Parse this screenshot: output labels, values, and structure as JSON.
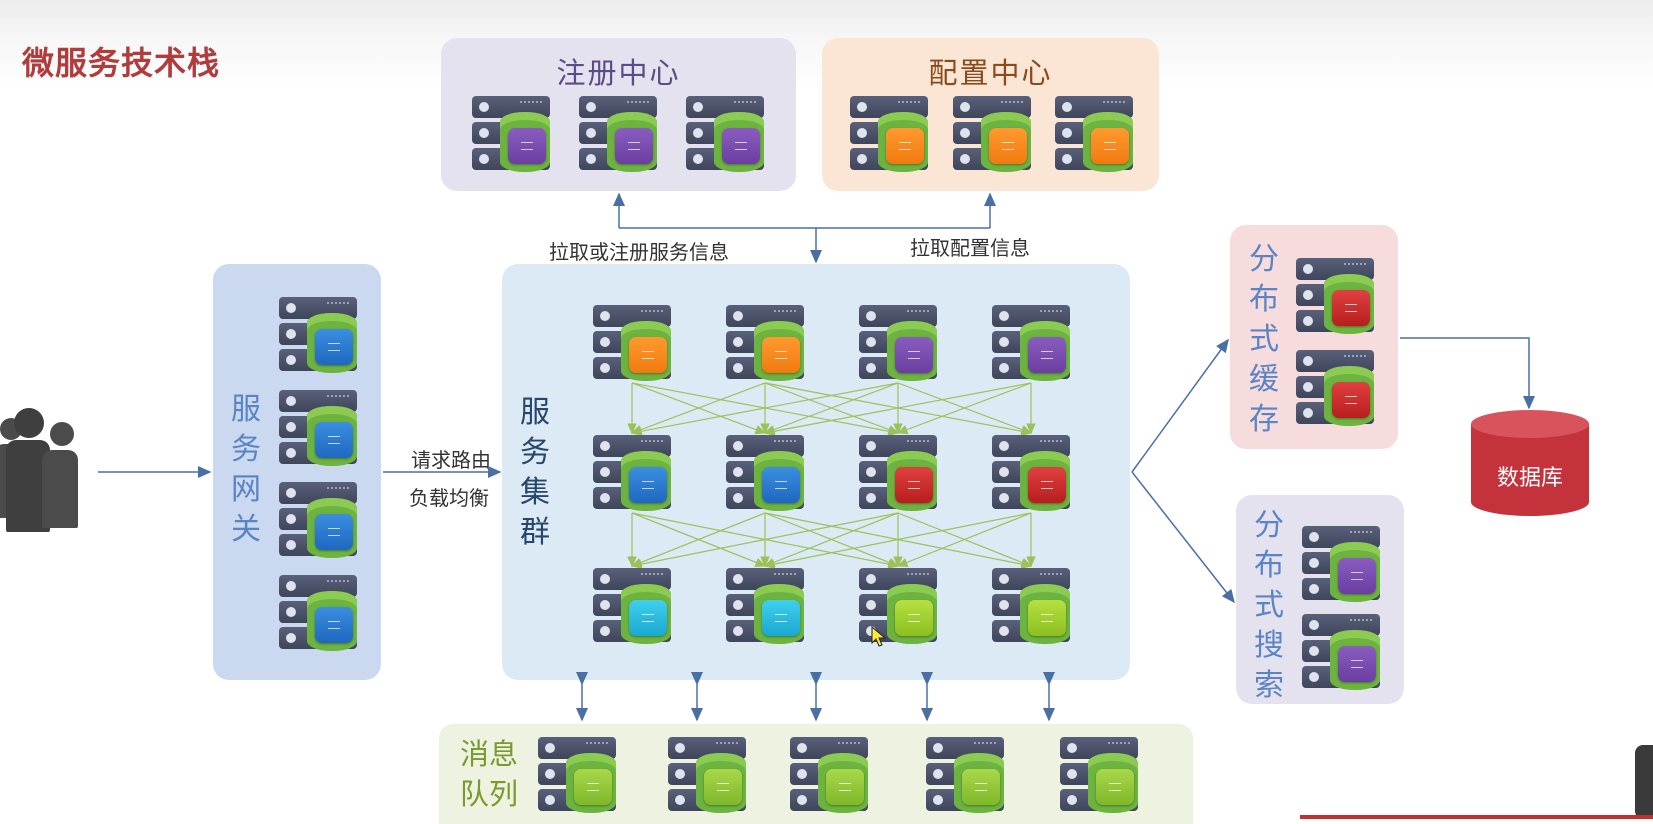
{
  "page_title": "微服务技术栈",
  "registry": {
    "title": "注册中心",
    "icon": "server-icon",
    "chip_color": "#7a4db3"
  },
  "config": {
    "title": "配置中心",
    "icon": "server-icon",
    "chip_color": "#f58220"
  },
  "gateway": {
    "title": "服务网关",
    "chars": [
      "服",
      "务",
      "网",
      "关"
    ],
    "chip_color": "#2e7bd1"
  },
  "service_cluster": {
    "title": "服务集群",
    "chars": [
      "服",
      "务",
      "集",
      "群"
    ]
  },
  "cache": {
    "title": "分布式缓存",
    "chars": [
      "分",
      "布",
      "式",
      "缓",
      "存"
    ],
    "chip_color": "#d42a2a"
  },
  "search": {
    "title": "分布式搜索",
    "chars": [
      "分",
      "布",
      "式",
      "搜",
      "索"
    ],
    "chip_color": "#7a4db3"
  },
  "message_queue": {
    "title_line1": "消息",
    "title_line2": "队列",
    "chip_color": "#9bcb3c"
  },
  "database": {
    "label": "数据库",
    "color": "#c4323c"
  },
  "labels": {
    "pull_register": "拉取或注册服务信息",
    "pull_config": "拉取配置信息",
    "route_line1": "请求路由",
    "route_line2": "负载均衡"
  },
  "colors": {
    "arrow": "#4a6fa5",
    "mesh_arrow": "#9cc15a"
  }
}
